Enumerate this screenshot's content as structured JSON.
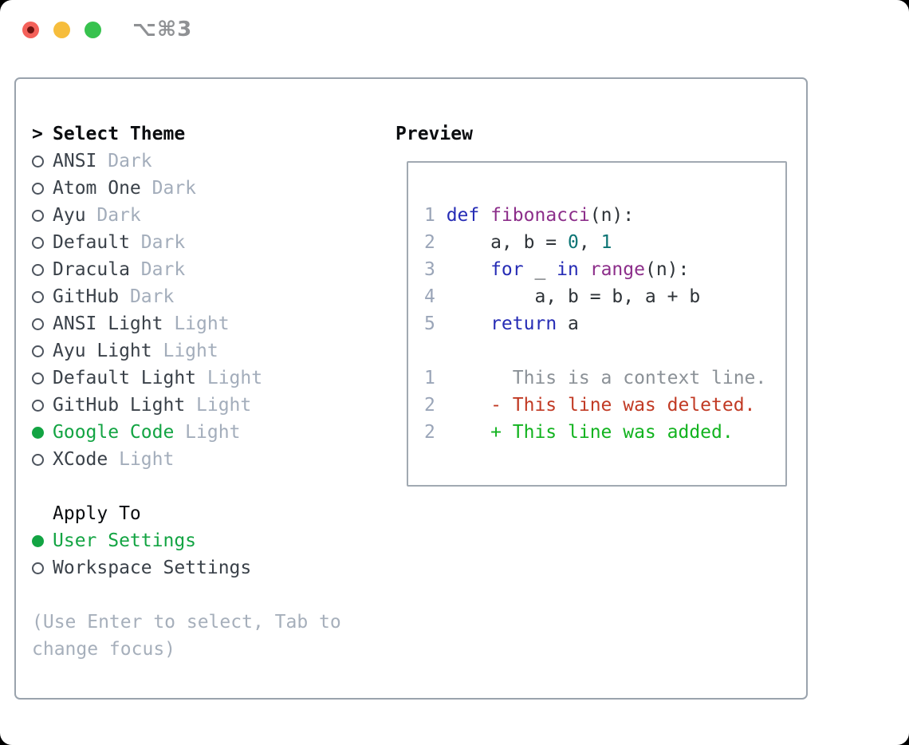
{
  "titlebar": {
    "shortcut_label": "⌥⌘3"
  },
  "theme_picker": {
    "header_marker": ">",
    "header": "Select Theme",
    "themes": [
      {
        "name": "ANSI",
        "variant": "Dark",
        "selected": false
      },
      {
        "name": "Atom One",
        "variant": "Dark",
        "selected": false
      },
      {
        "name": "Ayu",
        "variant": "Dark",
        "selected": false
      },
      {
        "name": "Default",
        "variant": "Dark",
        "selected": false
      },
      {
        "name": "Dracula",
        "variant": "Dark",
        "selected": false
      },
      {
        "name": "GitHub",
        "variant": "Dark",
        "selected": false
      },
      {
        "name": "ANSI Light",
        "variant": "Light",
        "selected": false
      },
      {
        "name": "Ayu Light",
        "variant": "Light",
        "selected": false
      },
      {
        "name": "Default Light",
        "variant": "Light",
        "selected": false
      },
      {
        "name": "GitHub Light",
        "variant": "Light",
        "selected": false
      },
      {
        "name": "Google Code",
        "variant": "Light",
        "selected": true
      },
      {
        "name": "XCode",
        "variant": "Light",
        "selected": false
      }
    ],
    "apply_to": {
      "header": "Apply To",
      "options": [
        {
          "label": "User Settings",
          "selected": true
        },
        {
          "label": "Workspace Settings",
          "selected": false
        }
      ]
    },
    "help_lines": [
      "(Use Enter to select, Tab to",
      "change focus)"
    ]
  },
  "preview": {
    "header": "Preview",
    "code_lines": [
      {
        "num": "1",
        "segments": [
          {
            "c": "kw",
            "t": "def"
          },
          {
            "c": "pl",
            "t": " "
          },
          {
            "c": "fn",
            "t": "fibonacci"
          },
          {
            "c": "pl",
            "t": "(n):"
          }
        ]
      },
      {
        "num": "2",
        "segments": [
          {
            "c": "pl",
            "t": "    a, b = "
          },
          {
            "c": "num",
            "t": "0"
          },
          {
            "c": "pl",
            "t": ", "
          },
          {
            "c": "num",
            "t": "1"
          }
        ]
      },
      {
        "num": "3",
        "segments": [
          {
            "c": "pl",
            "t": "    "
          },
          {
            "c": "kw",
            "t": "for"
          },
          {
            "c": "pl",
            "t": " _ "
          },
          {
            "c": "kw",
            "t": "in"
          },
          {
            "c": "pl",
            "t": " "
          },
          {
            "c": "fn",
            "t": "range"
          },
          {
            "c": "pl",
            "t": "(n):"
          }
        ]
      },
      {
        "num": "4",
        "segments": [
          {
            "c": "pl",
            "t": "        a, b = b, a + b"
          }
        ]
      },
      {
        "num": "5",
        "segments": [
          {
            "c": "pl",
            "t": "    "
          },
          {
            "c": "kw",
            "t": "return"
          },
          {
            "c": "pl",
            "t": " a"
          }
        ]
      }
    ],
    "diff_lines": [
      {
        "num": "1",
        "kind": "context",
        "content": "      This is a context line."
      },
      {
        "num": "2",
        "kind": "deleted",
        "content": "    - This line was deleted."
      },
      {
        "num": "2",
        "kind": "added",
        "content": "    + This line was added."
      }
    ]
  },
  "colors": {
    "accent_green": "#13a443",
    "text_heading": "#0b0d10",
    "text_main": "#3a4149",
    "text_dim": "#a3adbb",
    "text_help": "#a6afbb",
    "radio_ring": "#4d545e",
    "line_num": "#9aa5b8",
    "syn_keyword": "#262cb5",
    "syn_function": "#8c2e8a",
    "syn_number": "#0b7474",
    "syn_plain": "#2e3338",
    "diff_context": "#8b9197",
    "diff_deleted": "#c13a24",
    "diff_added": "#12b31f",
    "tl_red": "#f4615a",
    "tl_red_dot": "#6e1310",
    "tl_yellow": "#f6bd3c",
    "tl_green": "#37c24e"
  }
}
